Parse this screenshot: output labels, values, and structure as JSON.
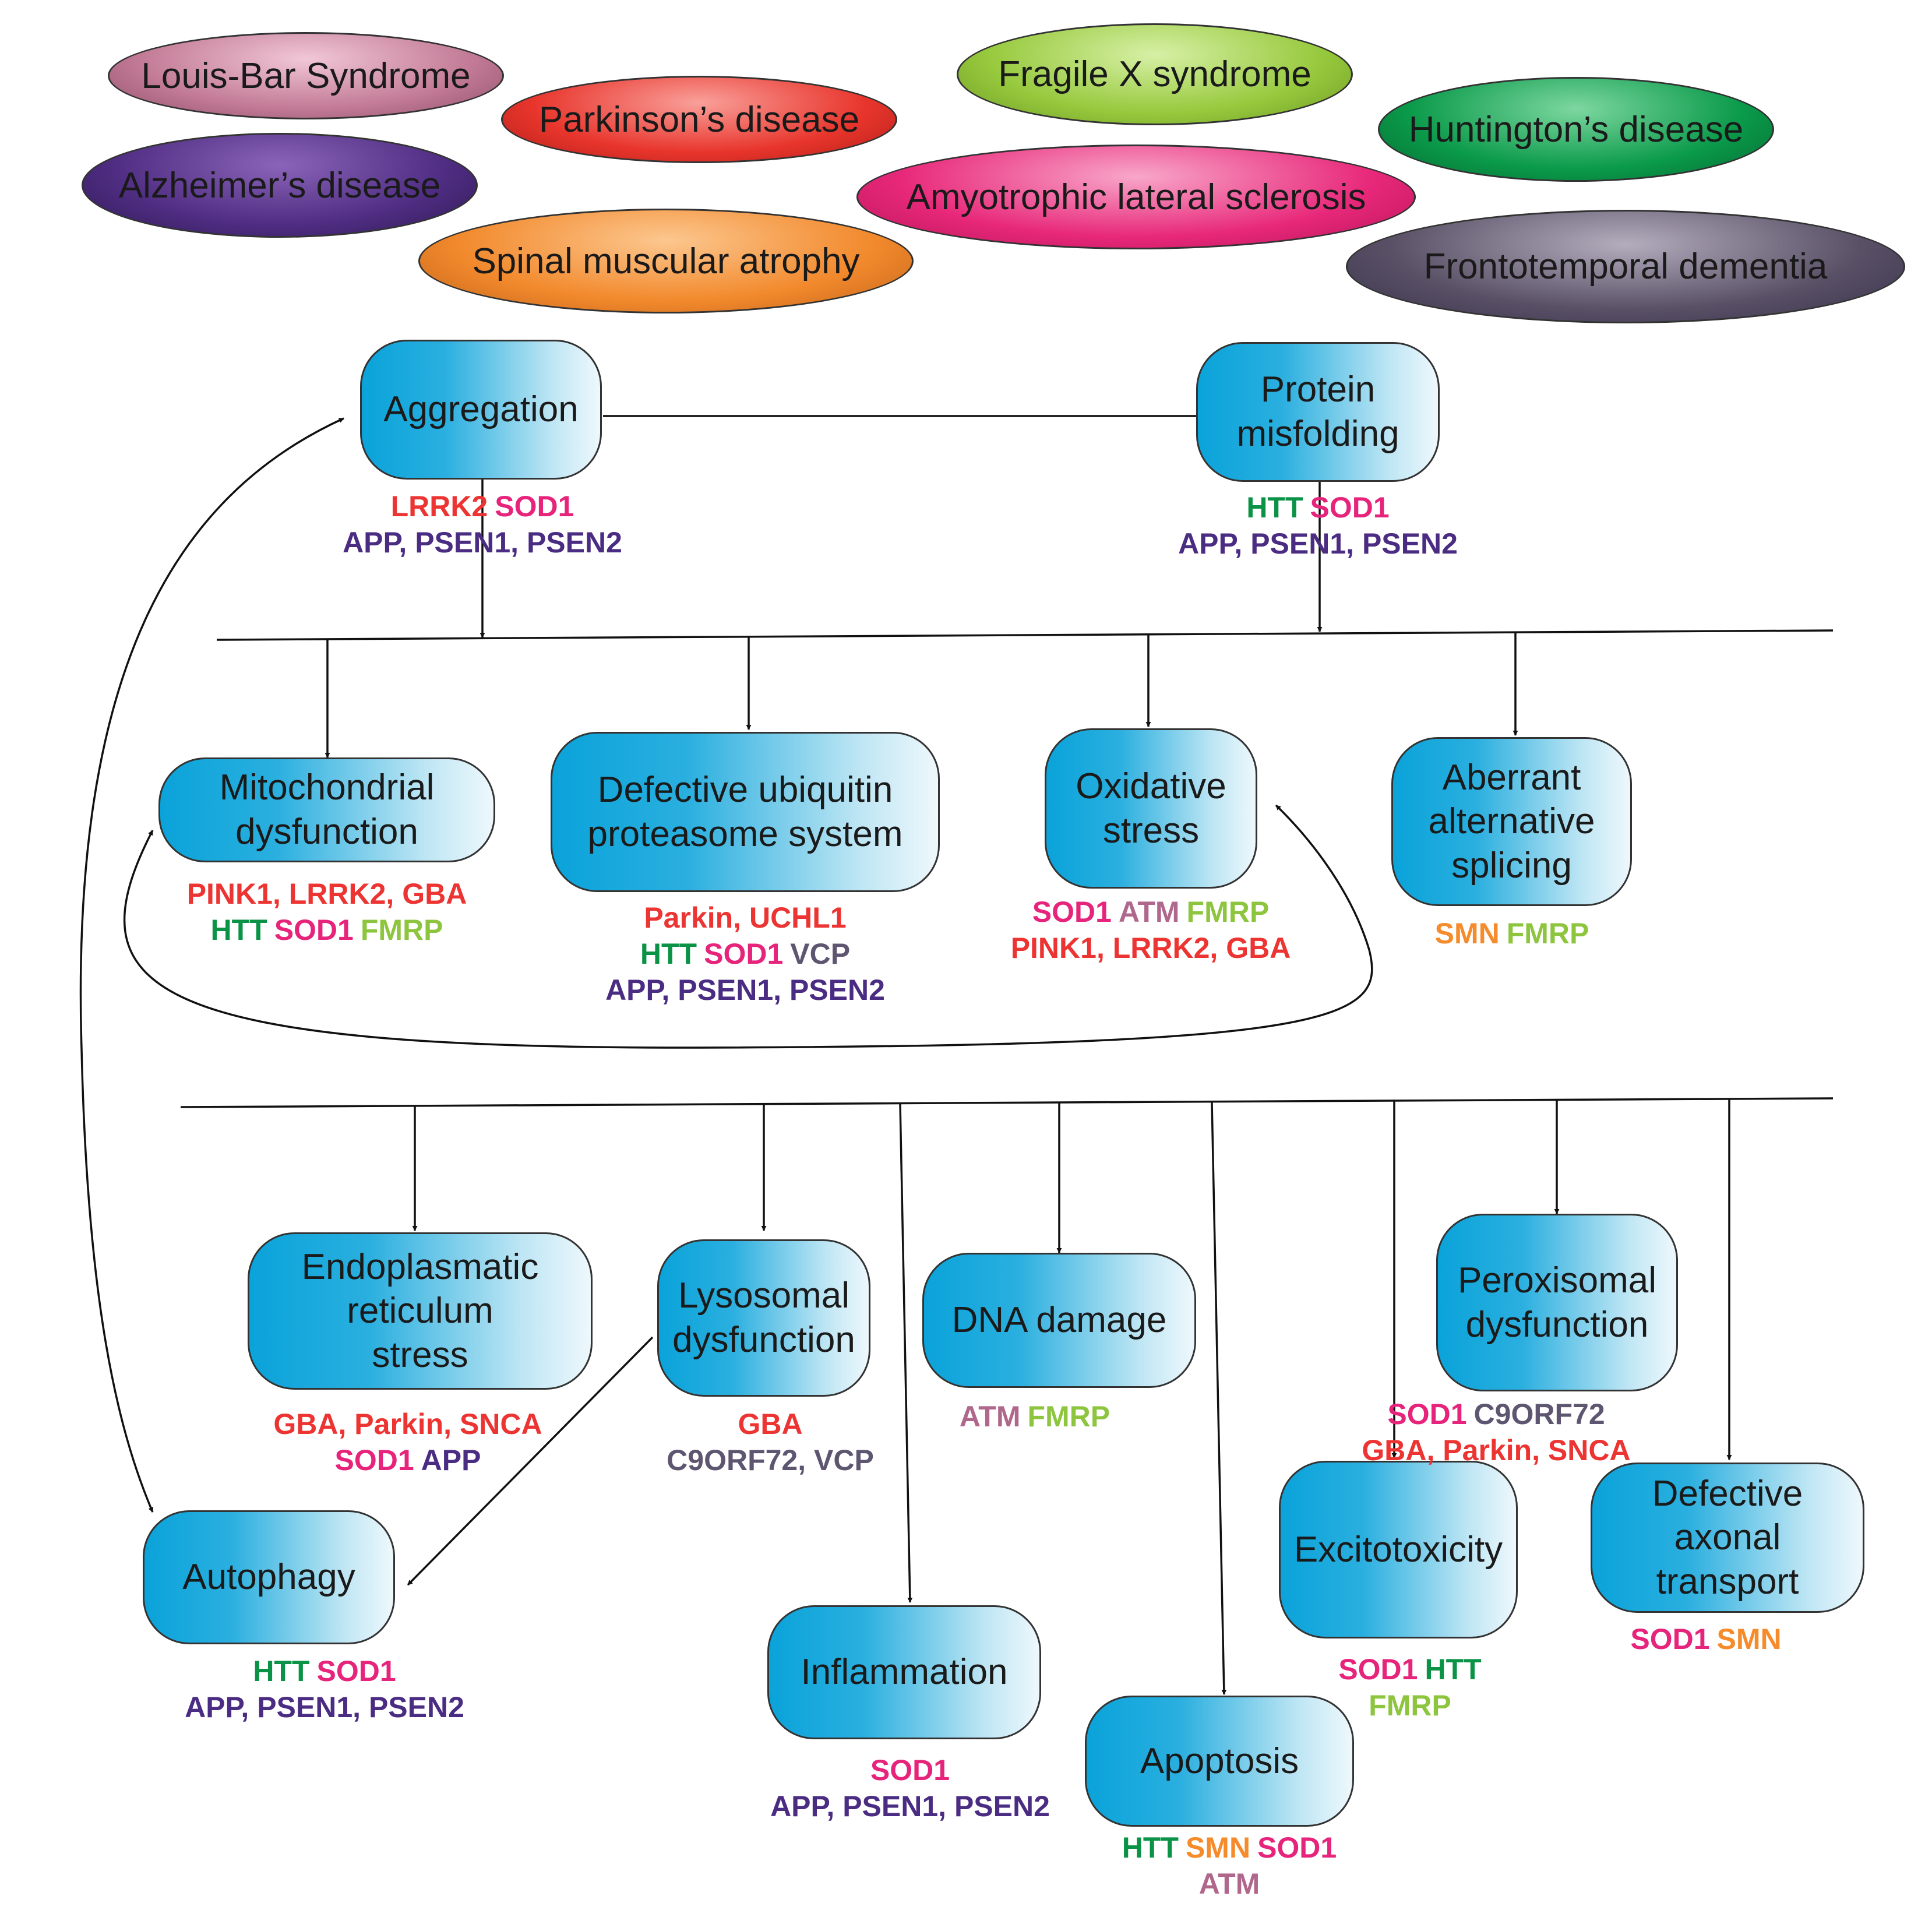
{
  "colors": {
    "red": "#ec3432",
    "pink": "#e6247b",
    "purple": "#4b2c83",
    "green": "#0a9346",
    "lime": "#8dc53e",
    "orange": "#f58b2b",
    "grey": "#5e5670",
    "mauve": "#b0678c"
  },
  "diseases": [
    {
      "id": "louis-bar",
      "label": "Louis-Bar Syndrome",
      "color": "#c27a95"
    },
    {
      "id": "alzheimers",
      "label": "Alzheimer’s disease",
      "color": "#4f2d82"
    },
    {
      "id": "parkinsons",
      "label": "Parkinson’s disease",
      "color": "#e8352c"
    },
    {
      "id": "spinal-muscular-atrophy",
      "label": "Spinal muscular atrophy",
      "color": "#f2892c"
    },
    {
      "id": "fragile-x",
      "label": "Fragile X syndrome",
      "color": "#97c93d"
    },
    {
      "id": "als",
      "label": "Amyotrophic lateral sclerosis",
      "color": "#e8287a"
    },
    {
      "id": "huntingtons",
      "label": "Huntington’s disease",
      "color": "#0a9a4a"
    },
    {
      "id": "ftd",
      "label": "Frontotemporal dementia",
      "color": "#595066"
    }
  ],
  "mechanisms": [
    {
      "id": "aggregation",
      "label": "Aggregation",
      "genes": [
        [
          [
            "LRRK2",
            "red"
          ],
          [
            "SOD1",
            "pink"
          ]
        ],
        [
          [
            "APP, PSEN1, PSEN2",
            "purple"
          ]
        ]
      ]
    },
    {
      "id": "protein-misfolding",
      "label": "Protein\nmisfolding",
      "genes": [
        [
          [
            "HTT",
            "green"
          ],
          [
            "SOD1",
            "pink"
          ]
        ],
        [
          [
            "APP, PSEN1, PSEN2",
            "purple"
          ]
        ]
      ]
    },
    {
      "id": "mitochondrial-dysfunction",
      "label": "Mitochondrial\ndysfunction",
      "genes": [
        [
          [
            "PINK1, LRRK2, GBA",
            "red"
          ]
        ],
        [
          [
            "HTT",
            "green"
          ],
          [
            "SOD1",
            "pink"
          ],
          [
            "FMRP",
            "lime"
          ]
        ]
      ]
    },
    {
      "id": "defective-ups",
      "label": "Defective ubiquitin\nproteasome system",
      "genes": [
        [
          [
            "Parkin, UCHL1",
            "red"
          ]
        ],
        [
          [
            "HTT",
            "green"
          ],
          [
            "SOD1",
            "pink"
          ],
          [
            "VCP",
            "grey"
          ]
        ],
        [
          [
            "APP, PSEN1, PSEN2",
            "purple"
          ]
        ]
      ]
    },
    {
      "id": "oxidative-stress",
      "label": "Oxidative\nstress",
      "genes": [
        [
          [
            "SOD1",
            "pink"
          ],
          [
            "ATM",
            "mauve"
          ],
          [
            "FMRP",
            "lime"
          ]
        ],
        [
          [
            "PINK1, LRRK2, GBA",
            "red"
          ]
        ]
      ]
    },
    {
      "id": "aberrant-splicing",
      "label": "Aberrant\nalternative\nsplicing",
      "genes": [
        [
          [
            "SMN",
            "orange"
          ],
          [
            "FMRP",
            "lime"
          ]
        ]
      ]
    },
    {
      "id": "er-stress",
      "label": "Endoplasmatic\nreticulum\nstress",
      "genes": [
        [
          [
            "GBA, Parkin, SNCA",
            "red"
          ]
        ],
        [
          [
            "SOD1",
            "pink"
          ],
          [
            "APP",
            "purple"
          ]
        ]
      ]
    },
    {
      "id": "lysosomal-dysfunction",
      "label": "Lysosomal\ndysfunction",
      "genes": [
        [
          [
            "GBA",
            "red"
          ]
        ],
        [
          [
            "C9ORF72, VCP",
            "grey"
          ]
        ]
      ]
    },
    {
      "id": "dna-damage",
      "label": "DNA damage",
      "genes": [
        [
          [
            "ATM",
            "mauve"
          ],
          [
            "FMRP",
            "lime"
          ]
        ]
      ]
    },
    {
      "id": "peroxisomal-dysfunction",
      "label": "Peroxisomal\ndysfunction",
      "genes": [
        [
          [
            "SOD1",
            "pink"
          ],
          [
            "C9ORF72",
            "grey"
          ]
        ],
        [
          [
            "GBA, Parkin, SNCA",
            "red"
          ]
        ]
      ]
    },
    {
      "id": "autophagy",
      "label": "Autophagy",
      "genes": [
        [
          [
            "HTT",
            "green"
          ],
          [
            "SOD1",
            "pink"
          ]
        ],
        [
          [
            "APP, PSEN1, PSEN2",
            "purple"
          ]
        ]
      ]
    },
    {
      "id": "inflammation",
      "label": "Inflammation",
      "genes": [
        [
          [
            "SOD1",
            "pink"
          ]
        ],
        [
          [
            "APP, PSEN1, PSEN2",
            "purple"
          ]
        ]
      ]
    },
    {
      "id": "excitotoxicity",
      "label": "Excitotoxicity",
      "genes": [
        [
          [
            "SOD1",
            "pink"
          ],
          [
            "HTT",
            "green"
          ]
        ],
        [
          [
            "FMRP",
            "lime"
          ]
        ]
      ]
    },
    {
      "id": "defective-axonal-transport",
      "label": "Defective\naxonal\ntransport",
      "genes": [
        [
          [
            "SOD1",
            "pink"
          ],
          [
            "SMN",
            "orange"
          ]
        ]
      ]
    },
    {
      "id": "apoptosis",
      "label": "Apoptosis",
      "genes": [
        [
          [
            "HTT",
            "green"
          ],
          [
            "SMN",
            "orange"
          ],
          [
            "SOD1",
            "pink"
          ]
        ],
        [
          [
            "ATM",
            "mauve"
          ]
        ]
      ]
    }
  ]
}
